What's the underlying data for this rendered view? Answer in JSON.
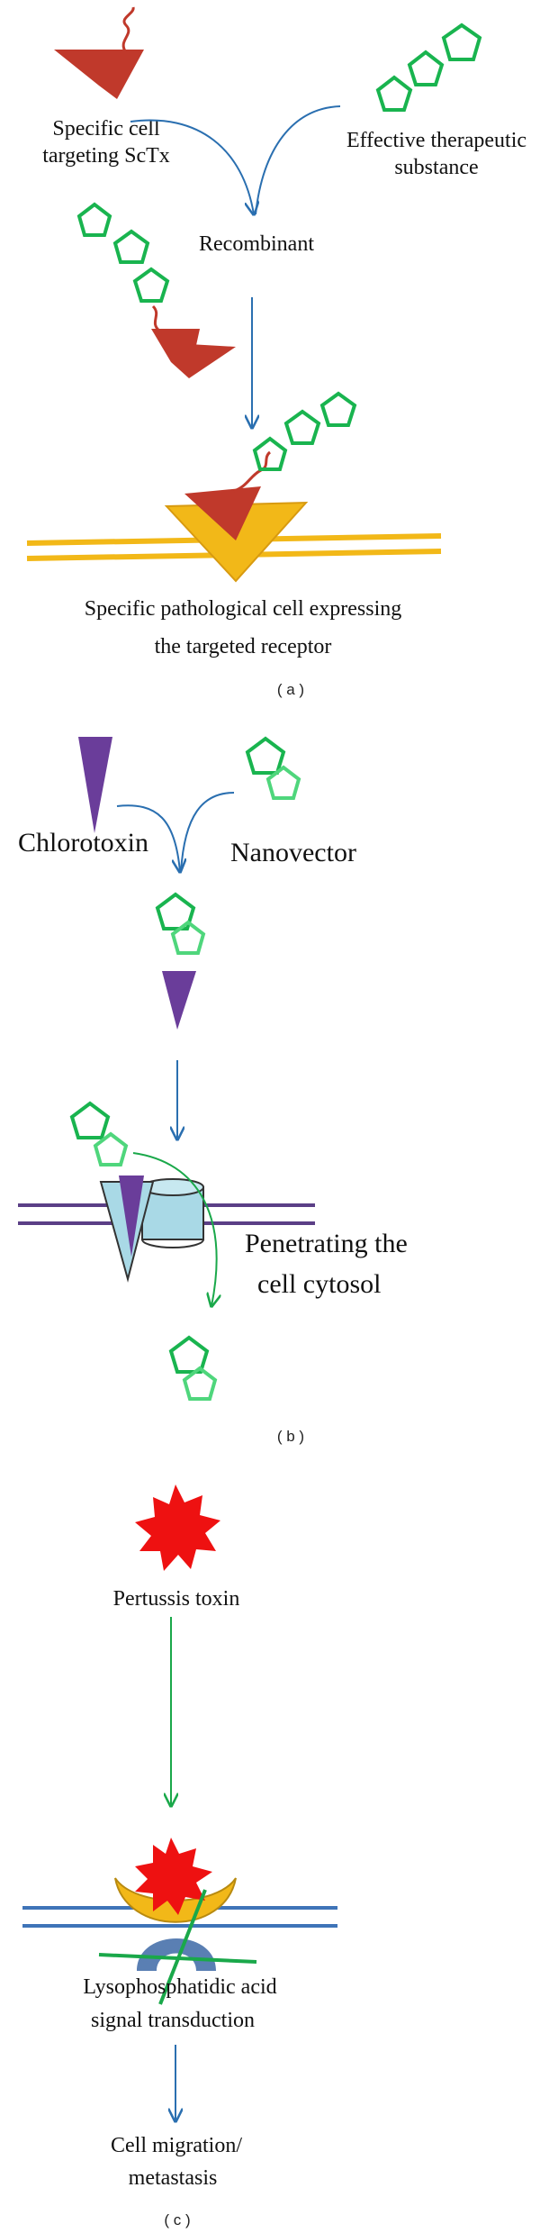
{
  "panel_a": {
    "targeting_label_1": "Specific cell",
    "targeting_label_2": "targeting ScTx",
    "therapeutic_label_1": "Effective therapeutic",
    "therapeutic_label_2": "substance",
    "recombinant_label": "Recombinant",
    "cell_label_1": "Specific pathological cell expressing",
    "cell_label_2": "the targeted receptor",
    "caption": "( a )"
  },
  "panel_b": {
    "chlorotoxin_label": "Chlorotoxin",
    "nanovector_label": "Nanovector",
    "penetrating_label_1": "Penetrating the",
    "penetrating_label_2": "cell cytosol",
    "caption": "( b )"
  },
  "panel_c": {
    "toxin_label": "Pertussis toxin",
    "lpa_label_1": "Lysophosphatidic acid",
    "lpa_label_2": "signal transduction",
    "outcome_label_1": "Cell migration/",
    "outcome_label_2": "metastasis",
    "caption": "( c )"
  },
  "colors": {
    "toxin_red": "#c0392b",
    "pentagon_green": "#19b44f",
    "arrow_blue": "#2a6fb0",
    "arrow_green": "#1aa84a",
    "receptor_yellow": "#f2b818",
    "chlorotoxin_purple": "#6a3d9a",
    "channel_blue": "#a9d9e6",
    "membrane_blue": "#3f74b8",
    "membrane_purple": "#5b3f86",
    "pertussis_red": "#ee1111"
  }
}
